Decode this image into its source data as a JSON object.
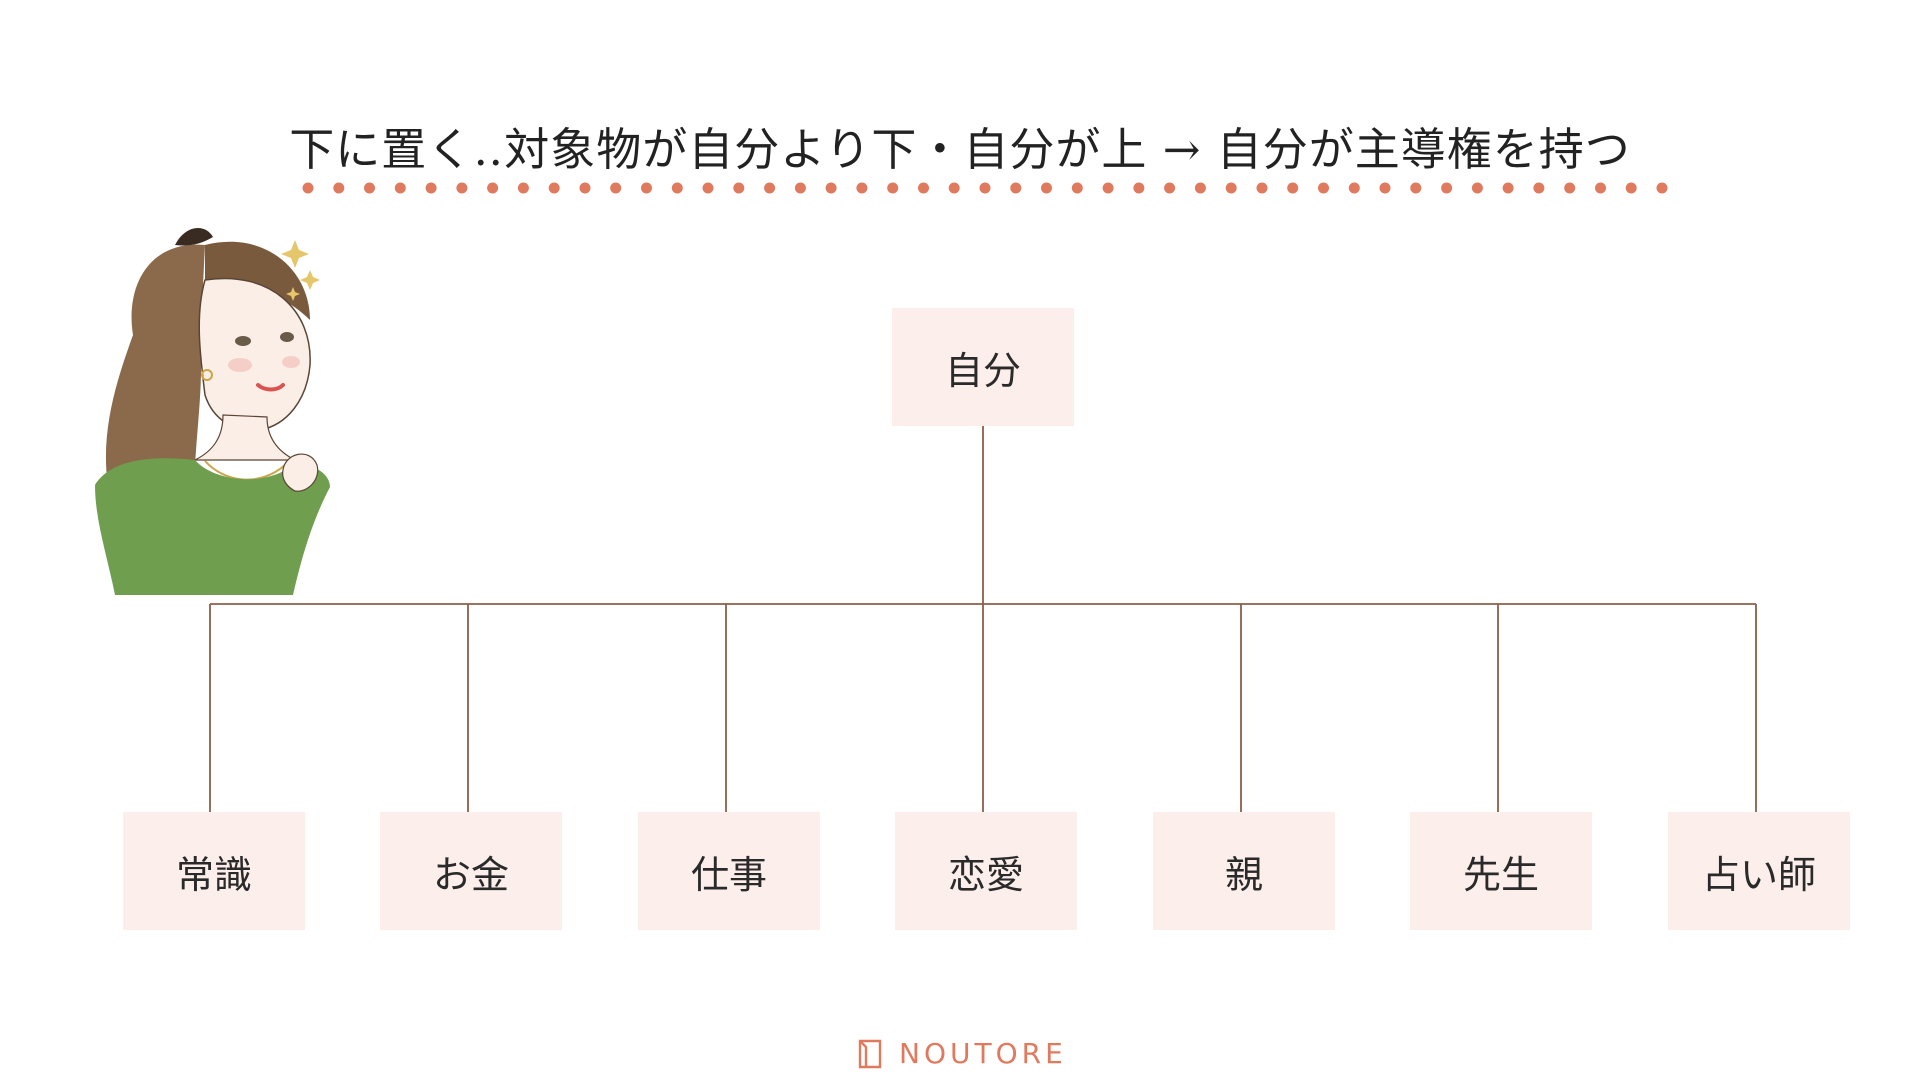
{
  "title": "下に置く‥対象物が自分より下・自分が上 → 自分が主導権を持つ",
  "root": {
    "label": "自分"
  },
  "children": [
    {
      "label": "常識"
    },
    {
      "label": "お金"
    },
    {
      "label": "仕事"
    },
    {
      "label": "恋愛"
    },
    {
      "label": "親"
    },
    {
      "label": "先生"
    },
    {
      "label": "占い師"
    }
  ],
  "brand": {
    "name": "NOUTORE",
    "icon": "notebook-icon"
  },
  "colors": {
    "accent": "#e07a5f",
    "node_fill": "#fcefeb",
    "connector": "#8b5e49",
    "text": "#222222"
  }
}
